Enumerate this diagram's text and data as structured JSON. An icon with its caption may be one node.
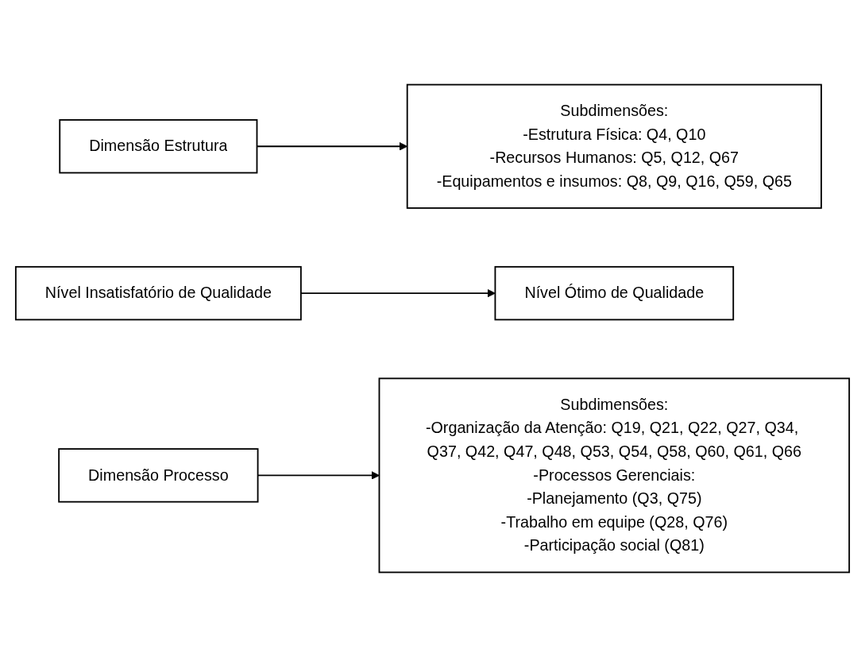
{
  "diagram": {
    "nodes": [
      {
        "text": [
          "Nível Ótimo de Qualidade"
        ]
      },
      {
        "text": [
          "Dimensão Estrutura"
        ]
      },
      {
        "text": [
          "Subdimensões:",
          "-Estrutura Física: Q4, Q10",
          "-Recursos Humanos: Q5, Q12, Q67",
          "-Equipamentos e insumos: Q8, Q9, Q16, Q59, Q65"
        ]
      },
      {
        "text": [
          "Nível Insatisfatório de Qualidade"
        ]
      },
      {
        "text": [
          "Dimensão Processo"
        ]
      },
      {
        "text": [
          "Subdimensões:",
          "-Organização da Atenção: Q19, Q21, Q22, Q27, Q34, Q37, Q42, Q47, Q48, Q53, Q54, Q58, Q60, Q61, Q66",
          "-Processos Gerenciais:",
          "-Planejamento (Q3, Q75)",
          "-Trabalho em equipe (Q28, Q76)",
          "-Participação social (Q81)"
        ]
      }
    ],
    "edges": [
      {
        "from": 1,
        "to": 2,
        "arrow": "to"
      },
      {
        "from": 3,
        "to": 0,
        "arrow": "to"
      },
      {
        "from": 4,
        "to": 5,
        "arrow": "to"
      }
    ]
  }
}
